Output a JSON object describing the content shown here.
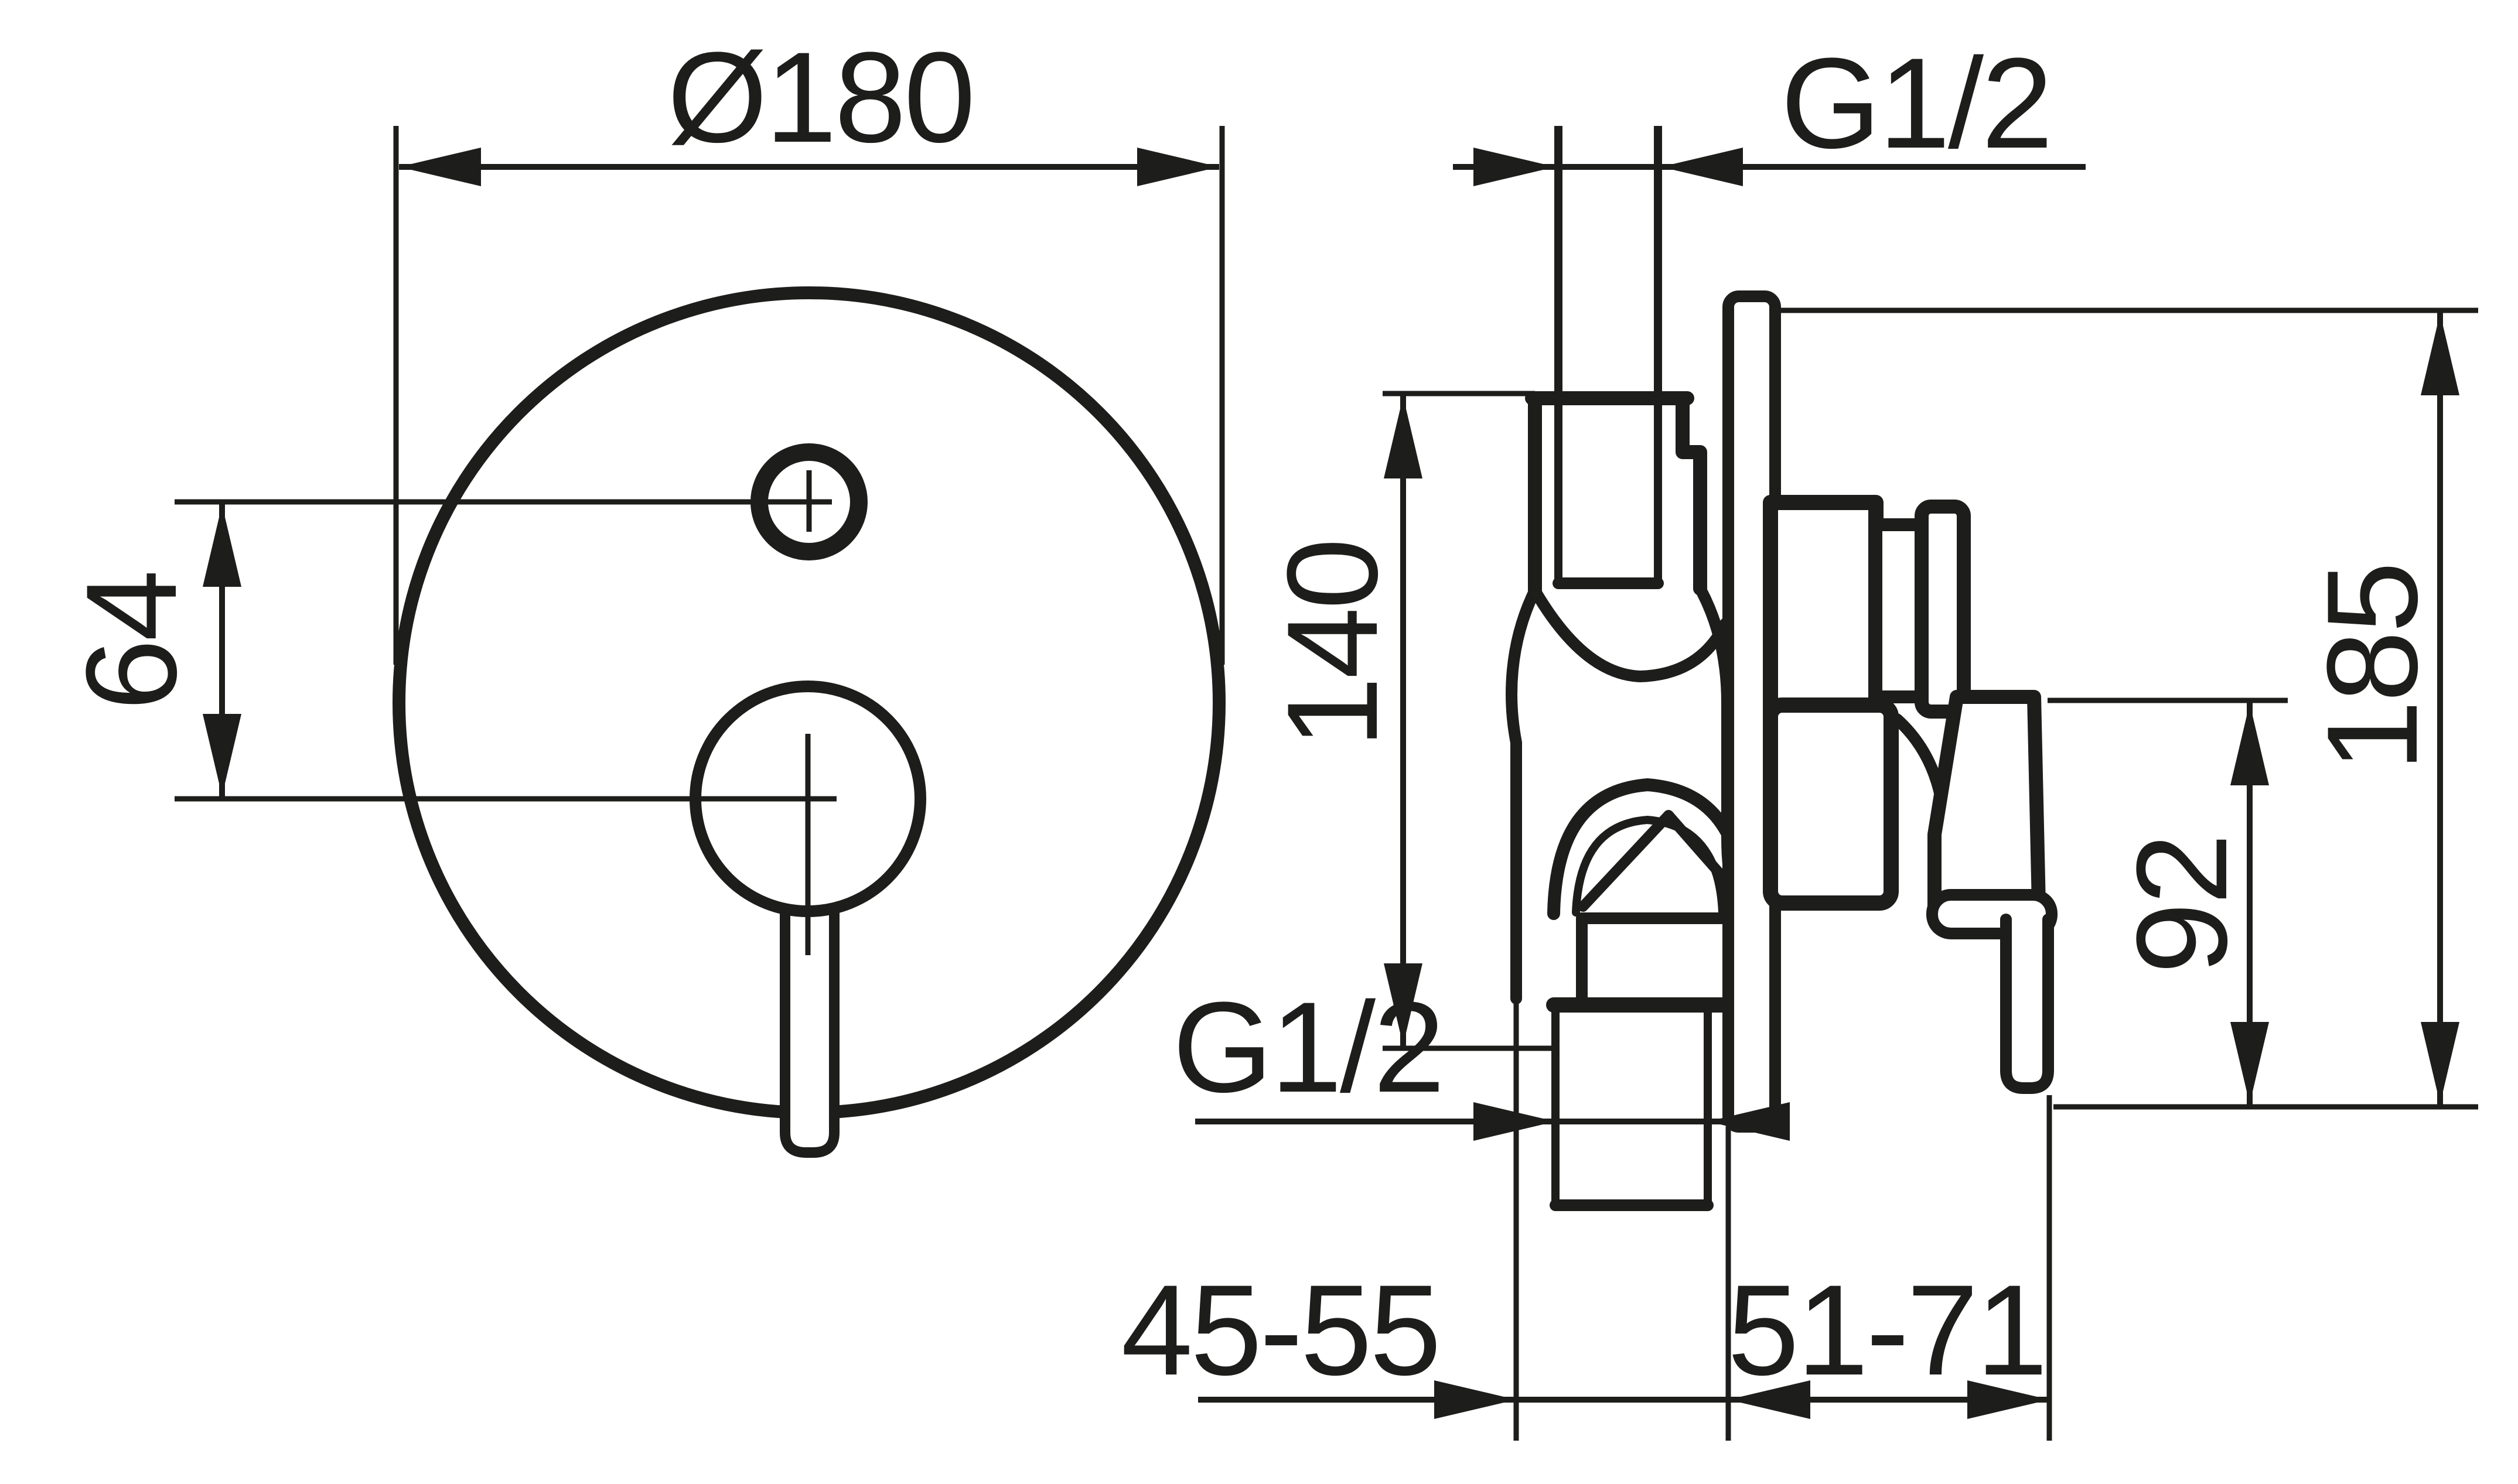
{
  "diagram": {
    "type": "technical-dimension-drawing",
    "subject": "concealed single-lever bath-shower mixer",
    "front_view": {
      "plate_diameter_label": "Ø180",
      "center_spacing_label": "64"
    },
    "side_view": {
      "top_connection_label": "G1/2",
      "inlet_height_label": "140",
      "total_height_label": "185",
      "handle_height_label": "92",
      "bottom_connection_label": "G1/2",
      "install_depth_wall_label": "45-55",
      "install_depth_front_label": "51-71"
    },
    "colors": {
      "line": "#1d1d1b",
      "background": "#ffffff"
    }
  }
}
